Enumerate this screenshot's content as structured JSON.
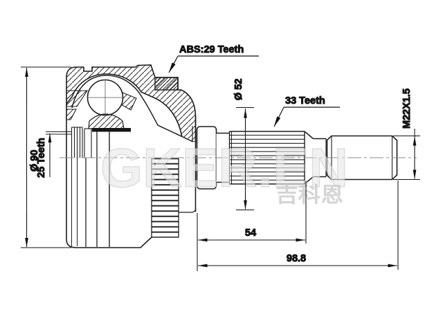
{
  "drawing": {
    "kind": "technical-drawing",
    "subject": "CV joint (outer constant-velocity joint) cross-section with ABS ring",
    "background": "#ffffff",
    "line_color": "#1c1c1c",
    "labels": {
      "outer_diameter": "Ø 90",
      "abs_ring": "ABS:29 Teeth",
      "inner_spline": "25 Teeth",
      "cage_diameter": "Ø 52",
      "shaft_spline": "33 Teeth",
      "thread_spec": "M22X1.5",
      "spline_length": "54",
      "overall_length": "98.8"
    },
    "watermark": {
      "brand": "GKER.EN",
      "cjk": "吉科恩",
      "color": "#e9e9e9"
    }
  }
}
